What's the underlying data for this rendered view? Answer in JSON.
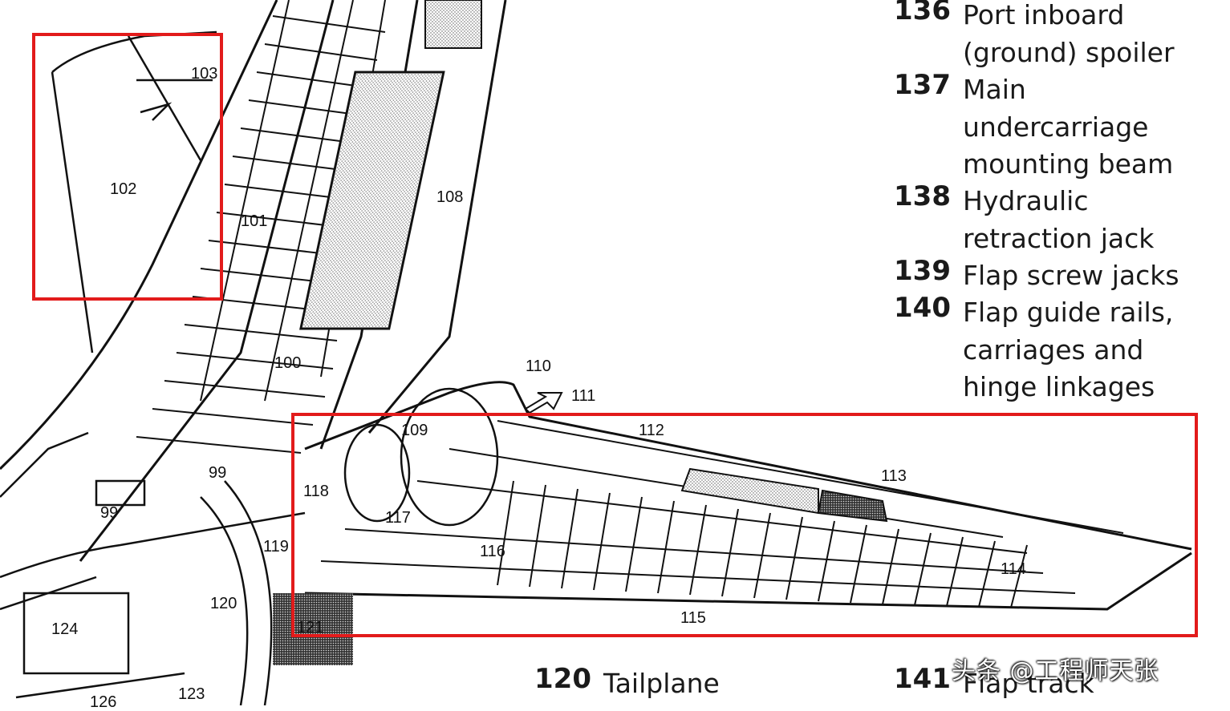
{
  "callouts": {
    "c99a": "99",
    "c99b": "99",
    "c100": "100",
    "c101": "101",
    "c102": "102",
    "c103": "103",
    "c108": "108",
    "c109": "109",
    "c110": "110",
    "c111": "111",
    "c112": "112",
    "c113": "113",
    "c114": "114",
    "c115": "115",
    "c116": "116",
    "c117": "117",
    "c118": "118",
    "c119": "119",
    "c120": "120",
    "c121": "121",
    "c123": "123",
    "c124": "124",
    "c126": "126"
  },
  "legend": [
    {
      "number": "136",
      "lines": [
        "Port inboard",
        "(ground) spoiler"
      ]
    },
    {
      "number": "137",
      "lines": [
        "Main",
        "undercarriage",
        "mounting beam"
      ]
    },
    {
      "number": "138",
      "lines": [
        "Hydraulic",
        "retraction jack"
      ]
    },
    {
      "number": "139",
      "lines": [
        "Flap screw jacks"
      ]
    },
    {
      "number": "140",
      "lines": [
        "Flap guide rails,",
        "carriages and",
        "hinge linkages"
      ]
    }
  ],
  "bottom_legend": [
    {
      "number": "120",
      "text": "Tailplane"
    },
    {
      "number": "141",
      "text": "Flap track"
    }
  ],
  "watermark": "头条 @工程师天张",
  "colors": {
    "highlight": "#e21b1b",
    "ink": "#111111",
    "paper": "#ffffff"
  }
}
